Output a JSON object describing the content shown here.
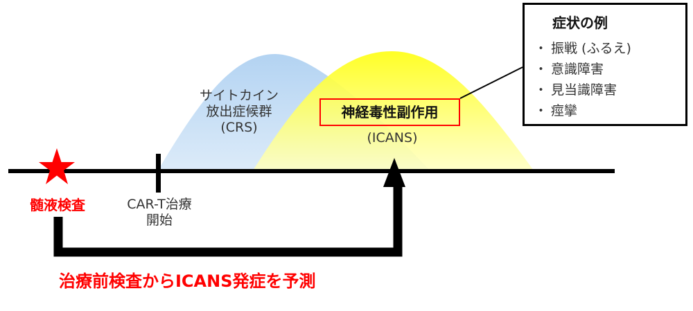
{
  "diagram": {
    "title": "CAR-T therapy timeline: CRS and ICANS",
    "colors": {
      "crs_fill": "#b8d6f2",
      "icans_fill": "#ffff33",
      "highlight_red": "#ff0000",
      "line": "#000000"
    },
    "timeline": {
      "events": [
        {
          "id": "csf",
          "label": "髄液検査",
          "marker": "star-icon",
          "color": "#ff0000"
        },
        {
          "id": "cart",
          "label_line1": "CAR-T治療",
          "label_line2": "開始",
          "marker": "tick"
        }
      ]
    },
    "crs": {
      "line1": "サイトカイン",
      "line2": "放出症候群",
      "line3": "(CRS)"
    },
    "icans": {
      "title": "神経毒性副作用",
      "abbr": "(ICANS)"
    },
    "prediction": {
      "label": "治療前検査からICANS発症を予測"
    },
    "symptoms": {
      "title": "症状の例",
      "bullet": "・",
      "items": [
        "振戦 (ふるえ)",
        "意識障害",
        "見当識障害",
        "痙攣"
      ]
    }
  }
}
